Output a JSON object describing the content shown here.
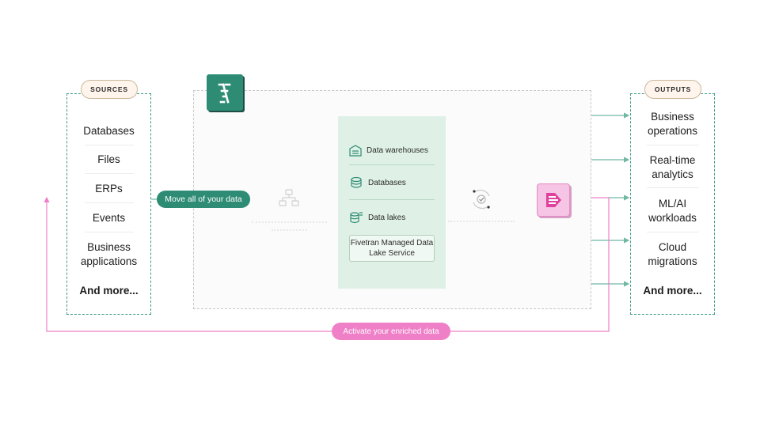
{
  "sources": {
    "header": "SOURCES",
    "items": [
      {
        "label": "Databases",
        "bold": false
      },
      {
        "label": "Files",
        "bold": false
      },
      {
        "label": "ERPs",
        "bold": false
      },
      {
        "label": "Events",
        "bold": false
      },
      {
        "label": "Business applications",
        "bold": false
      },
      {
        "label": "And more...",
        "bold": true
      }
    ]
  },
  "outputs": {
    "header": "OUTPUTS",
    "items": [
      {
        "label": "Business operations",
        "bold": false
      },
      {
        "label": "Real-time analytics",
        "bold": false
      },
      {
        "label": "ML/AI workloads",
        "bold": false
      },
      {
        "label": "Cloud migrations",
        "bold": false
      },
      {
        "label": "And more...",
        "bold": true
      }
    ]
  },
  "flow": {
    "move_label": "Move all of your data",
    "activate_label": "Activate your enriched data"
  },
  "destinations": {
    "warehouses": "Data warehouses",
    "databases": "Databases",
    "lakes": "Data lakes",
    "managed_service": "Fivetran Managed Data Lake Service"
  },
  "colors": {
    "accent_green": "#2e8c75",
    "accent_pink": "#ef7fc7",
    "panel_border": "#3c9a86",
    "destination_bg": "#dff1e6",
    "pill_bg": "#fff5ec"
  },
  "icons": [
    "fivetran-logo-icon",
    "pipeline-icon",
    "warehouse-icon",
    "database-icon",
    "data-lake-icon",
    "transform-icon",
    "activation-icon"
  ]
}
